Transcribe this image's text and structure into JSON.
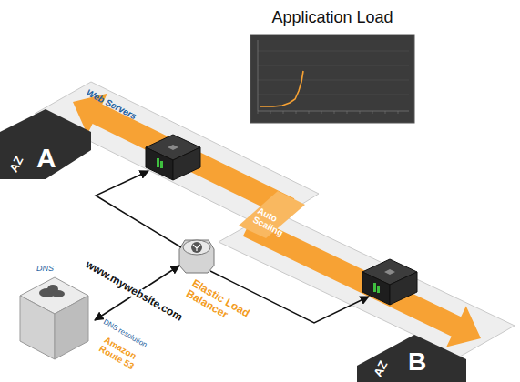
{
  "diagram": {
    "title": "Application Load",
    "nodes": [
      {
        "text": [
          "Web Servers",
          "AZ",
          "A"
        ]
      },
      {
        "text": [
          "AZ",
          "B"
        ]
      },
      {
        "text": [
          "Elastic Load Balancer"
        ]
      },
      {
        "text": [
          "DNS",
          "Amazon Route 53"
        ]
      }
    ],
    "edges": [
      {
        "from": 2,
        "to": 0,
        "arrow": "to"
      },
      {
        "from": 2,
        "to": 1,
        "arrow": "to"
      },
      {
        "from": 2,
        "to": 3,
        "label": "www.mywebsite.com",
        "arrow": "both"
      }
    ],
    "labels": [
      "Auto Scaling",
      "DNS resolution"
    ]
  }
}
